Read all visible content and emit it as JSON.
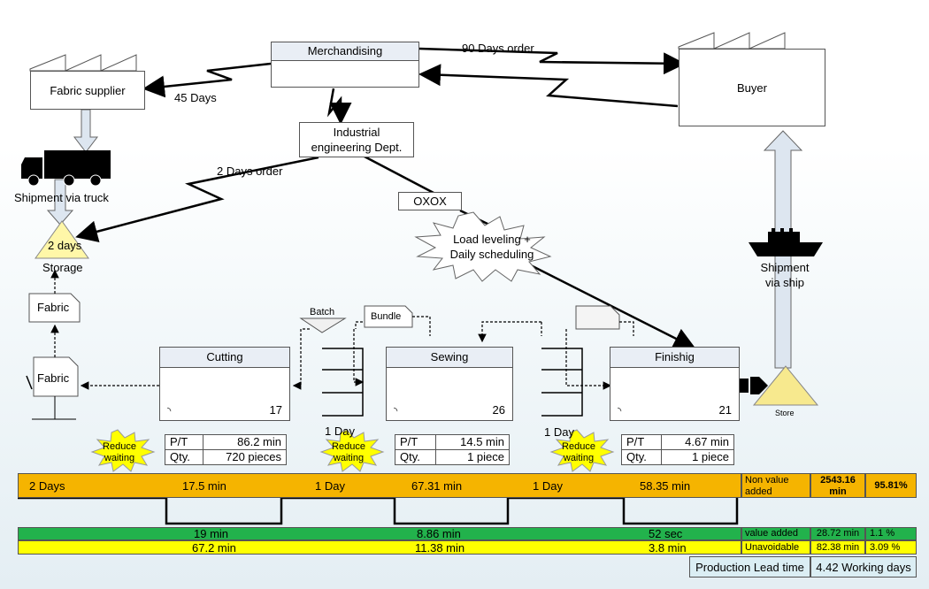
{
  "nodes": {
    "merchandising": "Merchandising",
    "fabric_supplier": "Fabric supplier",
    "buyer": "Buyer",
    "ie_dept_line1": "Industrial",
    "ie_dept_line2": "engineering Dept.",
    "oxox": "OXOX",
    "kaizen_line1": "Load leveling +",
    "kaizen_line2": "Daily scheduling",
    "truck_label": "Shipment via truck",
    "storage_value": "2 days",
    "storage_label": "Storage",
    "ship_label_line1": "Shipment",
    "ship_label_line2": "via ship",
    "store_label": "Store",
    "fabric_doc": "Fabric",
    "fabric_kanban": "Fabric",
    "batch": "Batch",
    "bundle": "Bundle"
  },
  "flows": {
    "order_90": "90 Days order",
    "supplier_45": "45 Days",
    "order_2": "2 Days order"
  },
  "processes": [
    {
      "name": "Cutting",
      "operators": "17",
      "pt_label": "P/T",
      "pt_value": "86.2 min",
      "qty_label": "Qty.",
      "qty_value": "720 pieces"
    },
    {
      "name": "Sewing",
      "operators": "26",
      "pt_label": "P/T",
      "pt_value": "14.5 min",
      "qty_label": "Qty.",
      "qty_value": "1 piece"
    },
    {
      "name": "Finishig",
      "operators": "21",
      "pt_label": "P/T",
      "pt_value": "4.67 min",
      "qty_label": "Qty.",
      "qty_value": "1 piece"
    }
  ],
  "inventory": [
    "1 Day",
    "1 Day"
  ],
  "bursts": [
    "Reduce waiting",
    "Reduce waiting",
    "Reduce waiting"
  ],
  "timeline": {
    "nva": [
      "2 Days",
      "17.5 min",
      "1 Day",
      "67.31 min",
      "1 Day",
      "58.35 min"
    ],
    "nva_label": "Non value added",
    "nva_total": "2543.16 min",
    "nva_pct": "95.81%",
    "va": [
      "19 min",
      "8.86 min",
      "52 sec"
    ],
    "va_label": "value added",
    "va_total": "28.72 min",
    "va_pct": "1.1 %",
    "unavoidable": [
      "67.2 min",
      "11.38 min",
      "3.8 min"
    ],
    "unavoidable_label": "Unavoidable",
    "unavoidable_total": "82.38 min",
    "unavoidable_pct": "3.09 %",
    "lead_label": "Production Lead time",
    "lead_value": "4.42 Working days"
  },
  "colors": {
    "nva_bar": "#f5b400",
    "va_bar": "#22b24c",
    "unavoidable_bar": "#ffff00",
    "lead_bg": "#dbeef4",
    "burst": "#ffff00",
    "storage": "#fff7a8",
    "store": "#f7e98e"
  },
  "icons": [
    "factory-icon",
    "truck-icon",
    "ship-icon",
    "push-arrow-icon",
    "operator-icon",
    "electronic-info-arrow-icon"
  ]
}
